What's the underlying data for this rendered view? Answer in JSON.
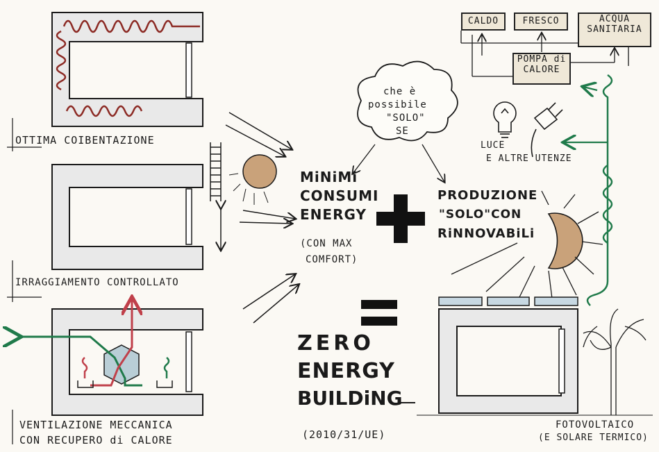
{
  "labels": {
    "insulation": "OTTIMA COIBENTAZIONE",
    "irradiation": "IRRAGGIAMENTO CONTROLLATO",
    "ventilation_line1": "VENTILAZIONE MECCANICA",
    "ventilation_line2": "CON RECUPERO di CALORE",
    "min_consumption_line1": "MiNiMi",
    "min_consumption_line2": "CONSUMI",
    "min_consumption_line3": "ENERGY",
    "comfort_line1": "(CON MAX",
    "comfort_line2": "COMFORT)",
    "cloud_line1": "che è",
    "cloud_line2": "possibile",
    "cloud_line3": "\"SOLO\"",
    "cloud_line4": "SE",
    "production_line1": "PRODUZIONE",
    "production_line2": "\"SOLO\"CON",
    "production_line3": "RiNNOVABiLi",
    "zeb_line1": "ZERO",
    "zeb_line2": "ENERGY",
    "zeb_line3": "BUILDiNG",
    "directive": "(2010/31/UE)",
    "light_line1": "LUCE",
    "light_line2": "E ALTRE UTENZE",
    "heat_pump_line1": "POMPA di",
    "heat_pump_line2": "CALORE",
    "hot": "CALDO",
    "cool": "FRESCO",
    "dhw_line1": "ACQUA",
    "dhw_line2": "SANITARIA",
    "pv_line1": "FOTOVOLTAICO",
    "pv_line2": "(E SOLARE TERMICO)"
  },
  "colors": {
    "ink": "#1a1a1a",
    "wall_fill": "#e9e9e9",
    "insulation": "#8c2a24",
    "sun": "#c9a27a",
    "green_pipe": "#1f7a4a",
    "red_pipe": "#c0404a",
    "panel": "#c7d8e2",
    "box_fill": "#efe8d8",
    "exchanger": "#b9ced6"
  }
}
